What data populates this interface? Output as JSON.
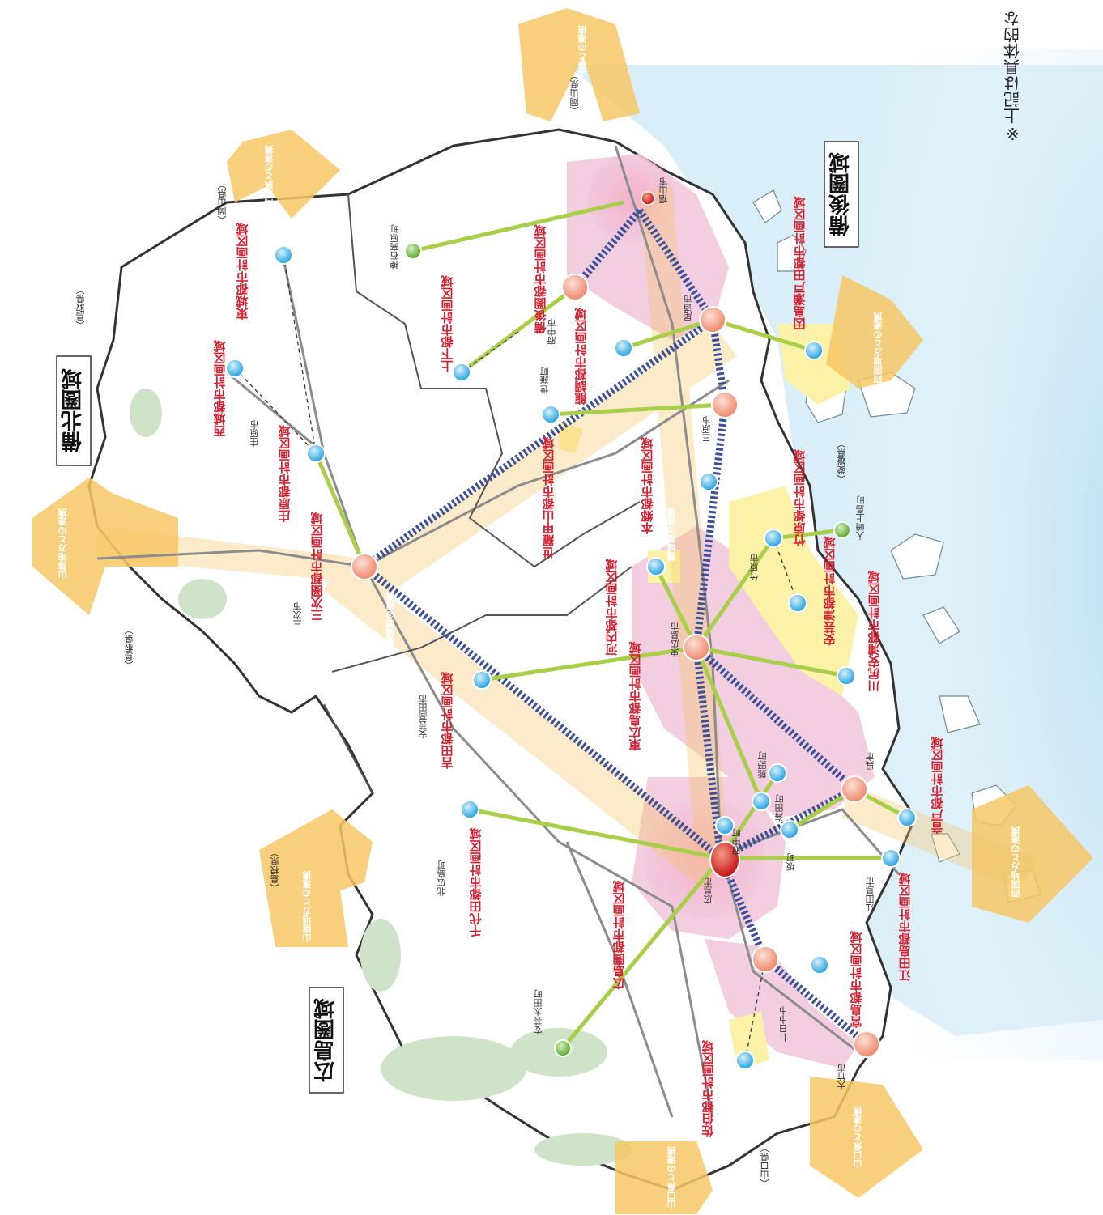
{
  "colors": {
    "sea": "#d9eef8",
    "land": "#ffffff",
    "urban_pink": "#f1c9dd",
    "urban_yellow": "#fbf2a8",
    "forest": "#cfe3c8",
    "arrow": "#f6c766",
    "corridor": "#3b4f9a",
    "link_green": "#a9cf4a",
    "hub": "#f4a48e",
    "node_blue": "#46b4e6",
    "node_green": "#74c043",
    "label_red": "#d5202f",
    "border": "#333333",
    "main_red": "#d9252a"
  },
  "note": "※上記は具体的な",
  "regions": [
    {
      "id": "bihoku",
      "label": "備北圏域"
    },
    {
      "id": "bingo",
      "label": "備後圏域"
    },
    {
      "id": "hiroshima",
      "label": "広島圏域"
    }
  ],
  "prefectures": [
    {
      "id": "tottori",
      "label": "（鳥取県）"
    },
    {
      "id": "shimane1",
      "label": "（島根県）"
    },
    {
      "id": "shimane2",
      "label": "（島根県）"
    },
    {
      "id": "okayama1",
      "label": "（岡山県）"
    },
    {
      "id": "okayama2",
      "label": "（岡山県）"
    },
    {
      "id": "ehime",
      "label": "（愛媛県）"
    },
    {
      "id": "yamaguchi",
      "label": "（山口県）"
    }
  ],
  "arrows": [
    {
      "id": "okayama-top",
      "label": "岡山県との連携"
    },
    {
      "id": "okayama-left",
      "label": "岡山県との連携"
    },
    {
      "id": "sanin-left",
      "label": "山陰地方との連携"
    },
    {
      "id": "sanin-bottom",
      "label": "山陰地方との連携"
    },
    {
      "id": "shikoku-top",
      "label": "四国地方との連携"
    },
    {
      "id": "shikoku-right",
      "label": "四国地方との連携"
    },
    {
      "id": "yamaguchi-right",
      "label": "山口県との連携"
    },
    {
      "id": "yamaguchi-bottom",
      "label": "山口県との連携"
    },
    {
      "id": "inter1",
      "label": "圏域間の連携"
    },
    {
      "id": "inter2",
      "label": "圏域間の連携"
    },
    {
      "id": "inter3",
      "label": "圏域間の連携"
    }
  ],
  "planning_areas": [
    {
      "id": "tojo",
      "label": "東城都市計画区域"
    },
    {
      "id": "saijo-n",
      "label": "西城都市計画区域"
    },
    {
      "id": "shobara",
      "label": "庄原都市計画区域"
    },
    {
      "id": "miyoshi",
      "label": "三次圏都市計画区域"
    },
    {
      "id": "bingoken",
      "label": "備後圏都市計画区域"
    },
    {
      "id": "jogejyo",
      "label": "上下都市計画区域"
    },
    {
      "id": "ryuo",
      "label": "龍調都市計画区域"
    },
    {
      "id": "innoshima",
      "label": "因島瀬戸田都市計画区域"
    },
    {
      "id": "sera",
      "label": "世羅甲山都市計画区域"
    },
    {
      "id": "hongo",
      "label": "本郷都市計画区域"
    },
    {
      "id": "takehara",
      "label": "竹原都市計画区域"
    },
    {
      "id": "kochi",
      "label": "河内都市計画区域"
    },
    {
      "id": "akitsu",
      "label": "安芸津都市計画区域"
    },
    {
      "id": "kawajiri",
      "label": "川尻安浦都市計画区域"
    },
    {
      "id": "higashihiroshima",
      "label": "東広島都市計画区域"
    },
    {
      "id": "yoshida",
      "label": "吉田都市計画区域"
    },
    {
      "id": "kurahashi",
      "label": "音戸都市計画区域"
    },
    {
      "id": "chiyoda",
      "label": "千代田都市計画区域"
    },
    {
      "id": "hiroshimaken",
      "label": "広島圏都市計画区域"
    },
    {
      "id": "miyajima",
      "label": "宮島都市計画区域"
    },
    {
      "id": "etajima",
      "label": "江田島都市計画区域"
    },
    {
      "id": "saeki",
      "label": "佐伯都市計画区域"
    }
  ],
  "places": [
    {
      "id": "fukuyama",
      "label": "福山市"
    },
    {
      "id": "jinseki",
      "label": "神石高原町"
    },
    {
      "id": "fuchu",
      "label": "府中市"
    },
    {
      "id": "onomichi",
      "label": "尾道市"
    },
    {
      "id": "sera-town",
      "label": "世羅町"
    },
    {
      "id": "mihara",
      "label": "三原市"
    },
    {
      "id": "shobara-city",
      "label": "庄原市"
    },
    {
      "id": "miyoshi-city",
      "label": "三次市"
    },
    {
      "id": "osakikamijima",
      "label": "大崎上島町"
    },
    {
      "id": "takehara-city",
      "label": "竹原市"
    },
    {
      "id": "higashihiroshima-city",
      "label": "東広島市"
    },
    {
      "id": "akitakata",
      "label": "安芸高田市"
    },
    {
      "id": "kumano",
      "label": "熊野町"
    },
    {
      "id": "kaita",
      "label": "海田町"
    },
    {
      "id": "fuchu-town",
      "label": "府中町"
    },
    {
      "id": "saka",
      "label": "坂町"
    },
    {
      "id": "kure",
      "label": "呉市"
    },
    {
      "id": "hiroshima-city",
      "label": "広島市"
    },
    {
      "id": "kitahiroshima",
      "label": "北広島町"
    },
    {
      "id": "etajima-city",
      "label": "江田島市"
    },
    {
      "id": "akiota",
      "label": "安芸太田町"
    },
    {
      "id": "hatsukaichi",
      "label": "廿日市市"
    },
    {
      "id": "otake",
      "label": "大竹市"
    }
  ]
}
